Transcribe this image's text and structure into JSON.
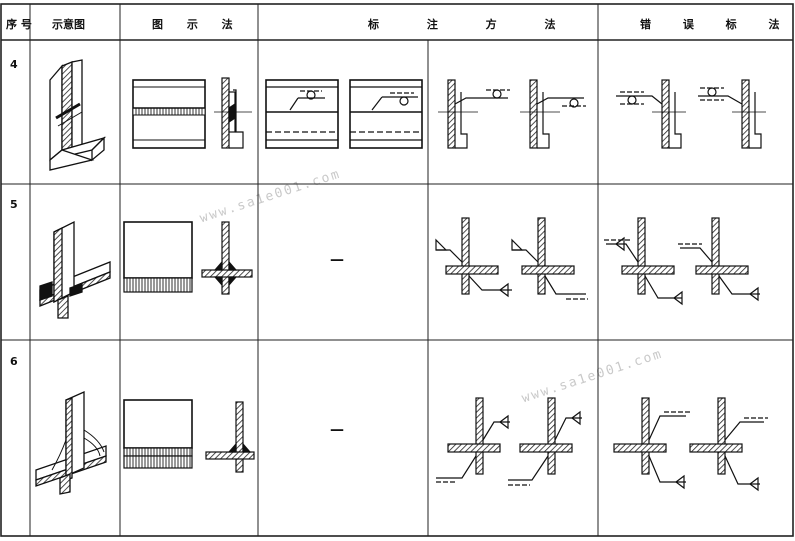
{
  "table": {
    "headers": {
      "seq": "序 号",
      "diagram": "示意图",
      "drawing": "图 示 法",
      "annotation": "标 注 方 法",
      "wrong": "错 误 标 法"
    },
    "rows": [
      {
        "num": "4",
        "annotation_cell3": ""
      },
      {
        "num": "5",
        "annotation_cell3": "—"
      },
      {
        "num": "6",
        "annotation_cell3": "—"
      }
    ]
  },
  "watermark": {
    "text1": "www.sa1e001.com",
    "text2": "www.sa1e001.com"
  },
  "colors": {
    "ink": "#111111",
    "hatch": "#333333",
    "grid": "#222222",
    "watermark": "#c9c9c9"
  }
}
